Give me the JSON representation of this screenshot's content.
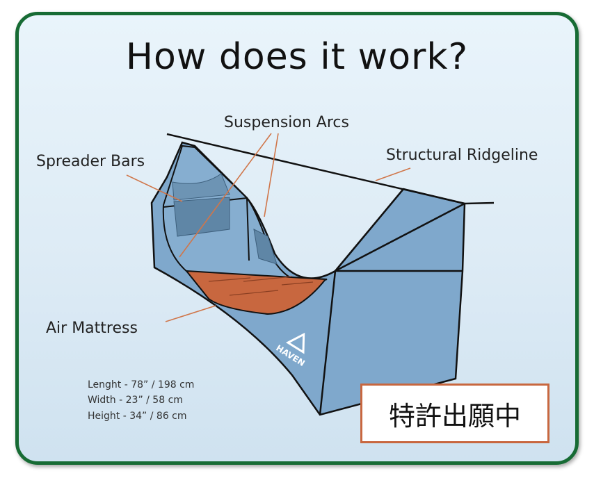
{
  "title": "How does it work?",
  "labels": {
    "suspension_arcs": "Suspension Arcs",
    "spreader_bars": "Spreader Bars",
    "structural_ridgeline": "Structural Ridgeline",
    "air_mattress": "Air Mattress"
  },
  "brand": "HAVEN",
  "specs": [
    "Lenght - 78” / 198 cm",
    "Width - 23” / 58 cm",
    "Height - 34” / 86 cm"
  ],
  "patent_badge": "特許出願中",
  "colors": {
    "border": "#176b34",
    "hammock": "#7fa8cc",
    "mattress": "#c8673f",
    "callout": "#d0764a"
  }
}
